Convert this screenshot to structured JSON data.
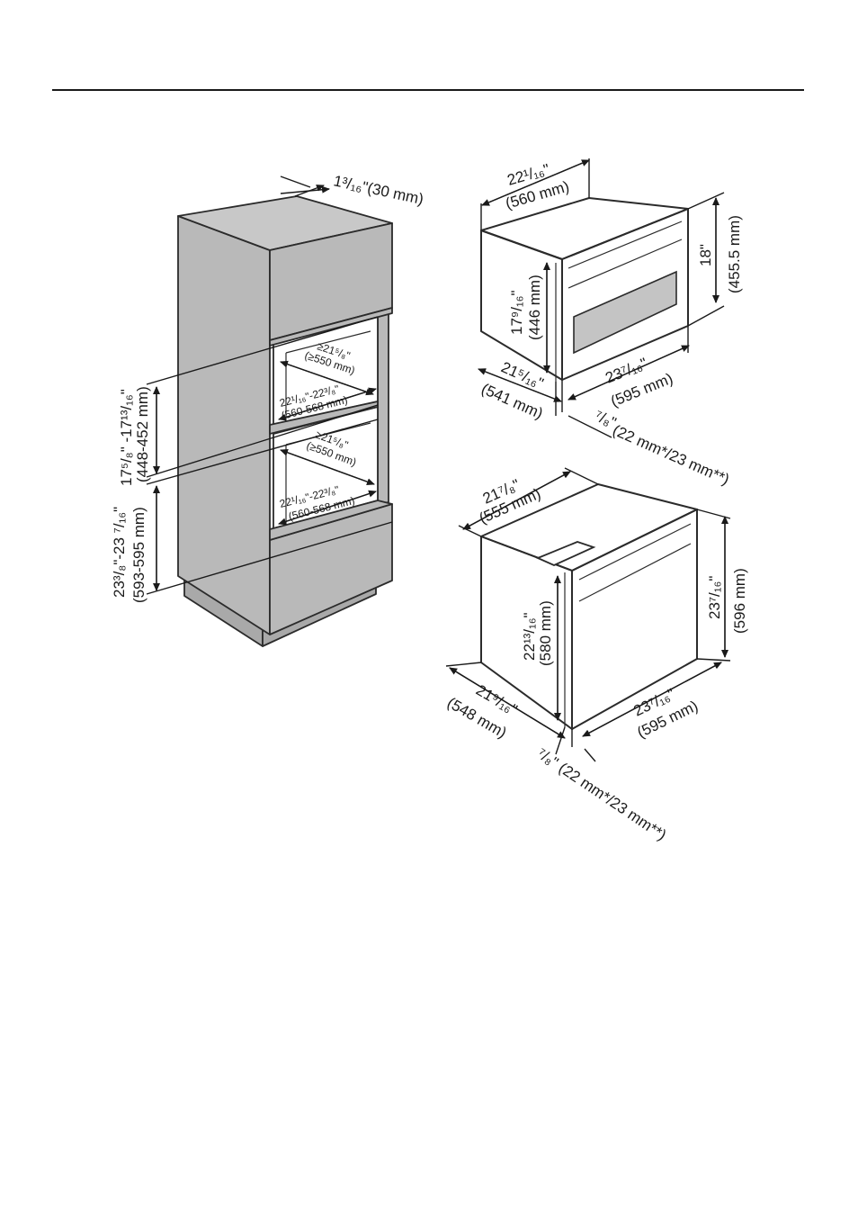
{
  "cabinet": {
    "depth_offset_label": "1³/₁₆\"(30 mm)",
    "upper_niche_depth": "≥21⁵/₈\"",
    "upper_niche_depth_mm": "(≥550 mm)",
    "upper_niche_width": "22¹/₁₆\"-22³/₈\"",
    "upper_niche_width_mm": "(560-568 mm)",
    "lower_niche_depth": "≥21⁵/₈\"",
    "lower_niche_depth_mm": "(≥550 mm)",
    "lower_niche_width": "22¹/₁₆\"-22³/₈\"",
    "lower_niche_width_mm": "(560-568 mm)",
    "upper_height": "17⁵/₈\" -17¹³/₁₆\"",
    "upper_height_mm": "(448-452 mm)",
    "lower_height": "23³/₈\"-23 ⁷/₁₆\"",
    "lower_height_mm": "(593-595 mm)"
  },
  "compact_oven": {
    "depth_top": "22¹/₁₆\"",
    "depth_top_mm": "(560 mm)",
    "total_height": "18\"",
    "total_height_mm": "(455.5 mm)",
    "body_height": "17⁹/₁₆\"",
    "body_height_mm": "(446 mm)",
    "body_depth": "21⁵/₁₆\"",
    "body_depth_mm": "(541 mm)",
    "front_width": "23⁷/₁₆\"",
    "front_width_mm": "(595 mm)",
    "panel_thickness": "⁷/₈\"",
    "panel_thickness_mm": "(22 mm*/23 mm**)"
  },
  "full_oven": {
    "depth_top": "21⁷/₈\"",
    "depth_top_mm": "(555 mm)",
    "total_height": "23⁷/₁₆\"",
    "total_height_mm": "(596 mm)",
    "body_height": "22¹³/₁₆\"",
    "body_height_mm": "(580 mm)",
    "body_depth": "21⁹/₁₆\"",
    "body_depth_mm": "(548 mm)",
    "front_width": "23⁷/₁₆\"",
    "front_width_mm": "(595 mm)",
    "panel_thickness": "⁷/₈\"",
    "panel_thickness_mm": "(22 mm*/23 mm**)"
  }
}
